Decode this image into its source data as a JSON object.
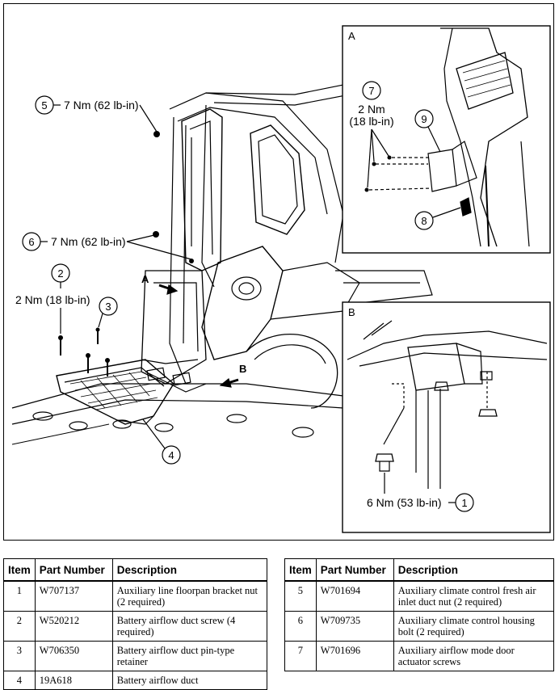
{
  "callouts": {
    "c5": {
      "num": "5",
      "torque": "7 Nm (62 lb-in)"
    },
    "c6": {
      "num": "6",
      "torque": "7 Nm (62 lb-in)"
    },
    "c2": {
      "num": "2",
      "torque": "2 Nm (18 lb-in)"
    },
    "c3": {
      "num": "3"
    },
    "c4": {
      "num": "4"
    },
    "c7": {
      "num": "7",
      "torque_line1": "2 Nm",
      "torque_line2": "(18 lb-in)"
    },
    "c9": {
      "num": "9"
    },
    "c8": {
      "num": "8"
    },
    "c1": {
      "num": "1",
      "torque": "6 Nm (53 lb-in)"
    }
  },
  "views": {
    "a_label": "A",
    "b_label": "B",
    "arrow_a": "A",
    "arrow_b": "B"
  },
  "table": {
    "headers": [
      "Item",
      "Part Number",
      "Description"
    ],
    "left_rows": [
      {
        "item": "1",
        "part": "W707137",
        "desc": "Auxiliary line floorpan bracket nut (2 required)"
      },
      {
        "item": "2",
        "part": "W520212",
        "desc": "Battery airflow duct screw (4 required)"
      },
      {
        "item": "3",
        "part": "W706350",
        "desc": "Battery airflow duct pin-type retainer"
      },
      {
        "item": "4",
        "part": "19A618",
        "desc": "Battery airflow duct"
      }
    ],
    "right_rows": [
      {
        "item": "5",
        "part": "W701694",
        "desc": "Auxiliary climate control fresh air inlet duct nut (2 required)"
      },
      {
        "item": "6",
        "part": "W709735",
        "desc": "Auxiliary climate control housing bolt (2 required)"
      },
      {
        "item": "7",
        "part": "W701696",
        "desc": "Auxiliary airflow mode door actuator screws"
      }
    ]
  }
}
